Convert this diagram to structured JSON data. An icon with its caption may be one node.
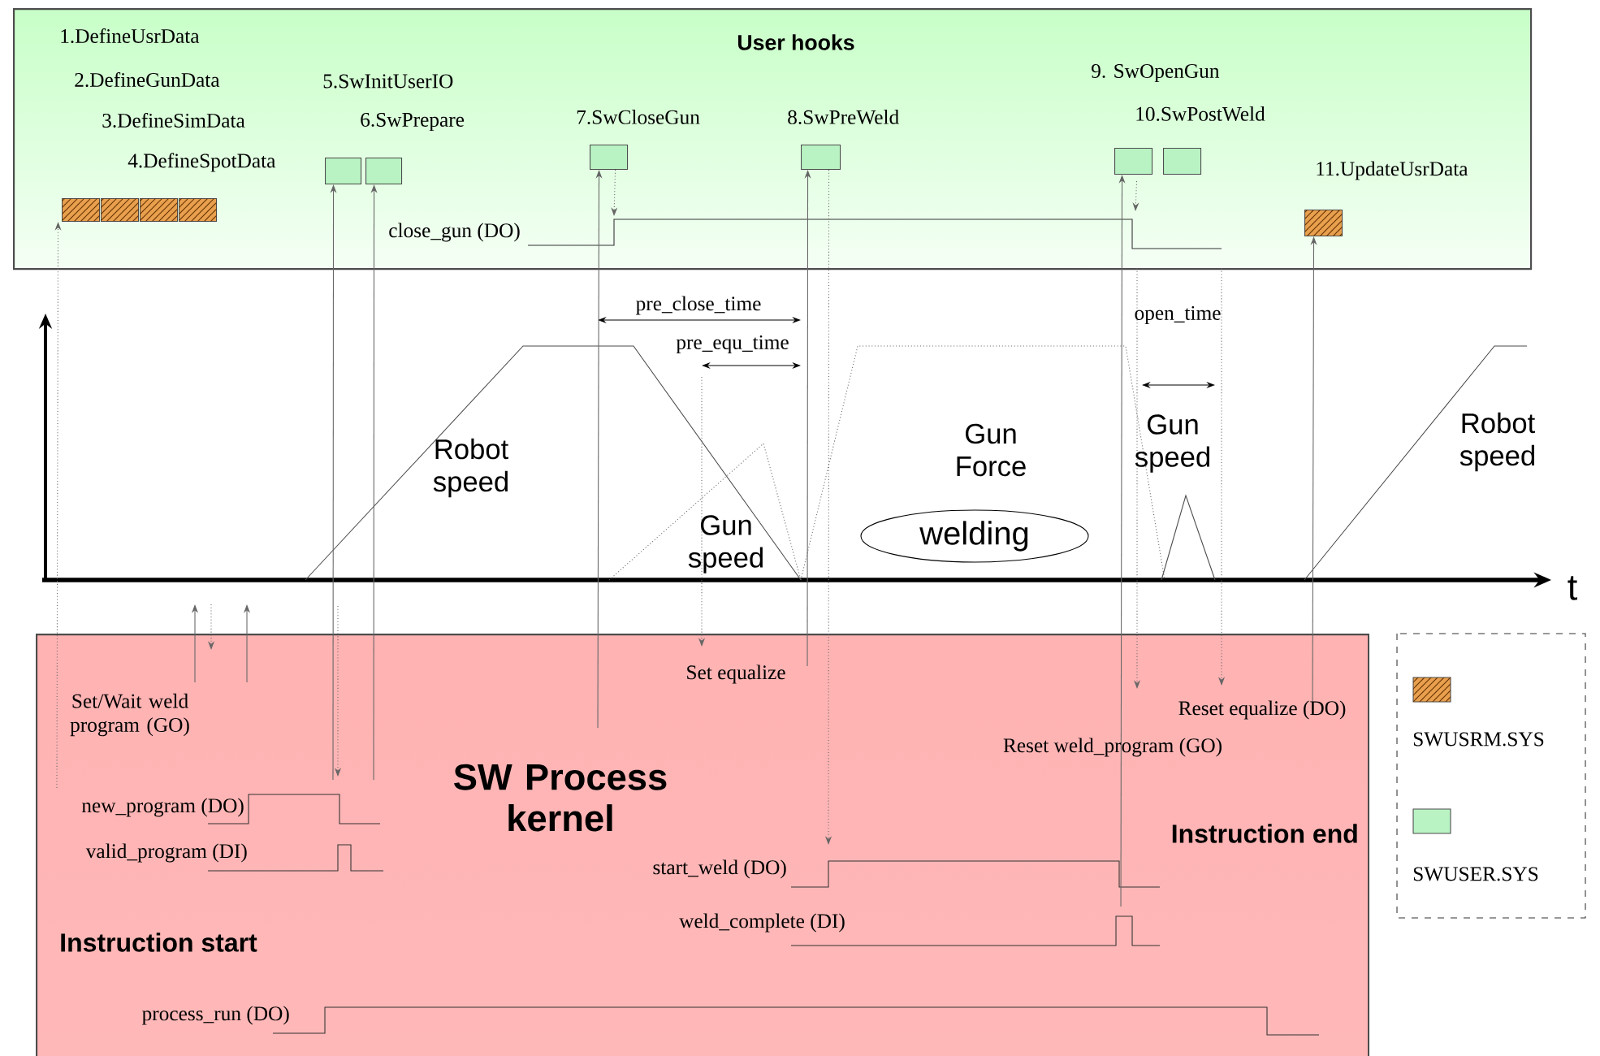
{
  "diagram": {
    "nodes": [
      {
        "text": [
          "User hooks"
        ]
      },
      {
        "text": [],
        "shape": "box",
        "in": 0
      },
      {
        "text": [],
        "shape": "box",
        "in": 0
      },
      {
        "text": [],
        "shape": "box",
        "in": 0
      },
      {
        "text": [],
        "shape": "box",
        "in": 0
      },
      {
        "text": [],
        "shape": "box",
        "in": 0,
        "beside": [
          "5.SwInitUserIO"
        ]
      },
      {
        "text": [],
        "shape": "box",
        "in": 0,
        "beside": [
          "6.SwPrepare"
        ]
      },
      {
        "text": [],
        "shape": "box",
        "in": 0,
        "beside": [
          "7.SwCloseGun"
        ]
      },
      {
        "text": [],
        "shape": "box",
        "in": 0,
        "beside": [
          "8.SwPreWeld"
        ]
      },
      {
        "text": [],
        "shape": "box",
        "in": 0,
        "beside": [
          "9. SwOpenGun"
        ]
      },
      {
        "text": [],
        "shape": "box",
        "in": 0,
        "beside": [
          "10.SwPostWeld"
        ]
      },
      {
        "text": [],
        "shape": "box",
        "in": 0,
        "beside": [
          "11.UpdateUsrData"
        ]
      },
      {
        "text": [
          "welding"
        ]
      },
      {
        "text": [
          "SW Process kernel"
        ]
      }
    ],
    "edges": [
      {
        "from": 13,
        "to": 1,
        "arrow": "to",
        "style": "dashed"
      },
      {
        "from": 13,
        "to": 5,
        "arrow": "to"
      },
      {
        "from": 13,
        "to": 6,
        "arrow": "to"
      },
      {
        "from": 13,
        "to": 7,
        "arrow": "to"
      },
      {
        "from": 13,
        "to": 8,
        "arrow": "to"
      },
      {
        "from": 13,
        "to": 9,
        "arrow": "to"
      },
      {
        "from": 13,
        "to": 11,
        "arrow": "to"
      },
      {
        "from": 8,
        "to": 13,
        "arrow": "to",
        "style": "dashed"
      },
      {
        "from": null,
        "to": 13,
        "arrow": "to",
        "style": "dashed"
      },
      {
        "from": null,
        "to": 13,
        "arrow": "to",
        "style": "dashed"
      },
      {
        "from": 0,
        "to": 13,
        "arrow": "to",
        "style": "dashed"
      },
      {
        "from": 0,
        "to": 13,
        "arrow": "to",
        "style": "dashed"
      },
      {
        "from": 13,
        "to": null,
        "arrow": "to"
      },
      {
        "from": null,
        "to": 13,
        "arrow": "to",
        "style": "dashed"
      },
      {
        "from": 13,
        "to": null,
        "arrow": "to"
      },
      {
        "from": 9,
        "to": null,
        "arrow": "to",
        "style": "dashed"
      },
      {
        "from": 7,
        "to": null,
        "arrow": "to",
        "style": "dashed"
      }
    ],
    "labels": [
      "1.DefineUsrData",
      "2.DefineGunData",
      "3.DefineSimData",
      "4.DefineSpotData",
      "close_gun (DO)",
      "pre_close_time",
      "open_time",
      "pre_equ_time",
      "Gun Force",
      "Robot speed",
      "Gun speed",
      "Robot speed",
      "Gun speed",
      "t",
      "Set equalize",
      "Set/Wait weld program (GO)",
      "Reset equalize (DO)",
      "Reset weld_program (GO)",
      "new_program (DO)",
      "Instruction end",
      "valid_program (DI)",
      "start_weld (DO)",
      "weld_complete (DI)",
      "Instruction start",
      "process_run (DO)"
    ],
    "legend": [
      {
        "text": "SWUSRM.SYS",
        "color": "#e9a04e"
      },
      {
        "text": "SWUSER.SYS",
        "color": "#b9f3c3"
      }
    ]
  }
}
